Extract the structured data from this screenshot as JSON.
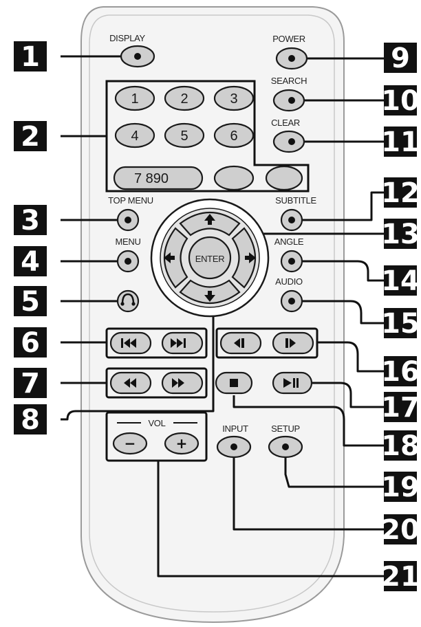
{
  "labels": {
    "display": "DISPLAY",
    "power": "POWER",
    "search": "SEARCH",
    "clear": "CLEAR",
    "top_menu": "TOP MENU",
    "subtitle": "SUBTITLE",
    "menu": "MENU",
    "angle": "ANGLE",
    "audio": "AUDIO",
    "enter": "ENTER",
    "vol": "VOL",
    "vol_minus": "−",
    "vol_plus": "+",
    "input": "INPUT",
    "setup": "SETUP"
  },
  "keypad": {
    "k1": "1",
    "k2": "2",
    "k3": "3",
    "k4": "4",
    "k5": "5",
    "k6": "6",
    "k7890": "7 890"
  },
  "callouts": [
    "1",
    "2",
    "3",
    "4",
    "5",
    "6",
    "7",
    "8",
    "9",
    "10",
    "11",
    "12",
    "13",
    "14",
    "15",
    "16",
    "17",
    "18",
    "19",
    "20",
    "21"
  ],
  "colors": {
    "button_fill": "#cfcfcf",
    "remote_body": "#f4f4f4",
    "callout_box": "#111111"
  },
  "icons": {
    "return": "return-arc-icon",
    "prev": "skip-previous-icon",
    "next": "skip-next-icon",
    "rewind": "rewind-icon",
    "ffwd": "fast-forward-icon",
    "slow_rev": "slow-reverse-icon",
    "slow_fwd": "slow-forward-icon",
    "stop": "stop-icon",
    "play_pause": "play-pause-icon"
  }
}
